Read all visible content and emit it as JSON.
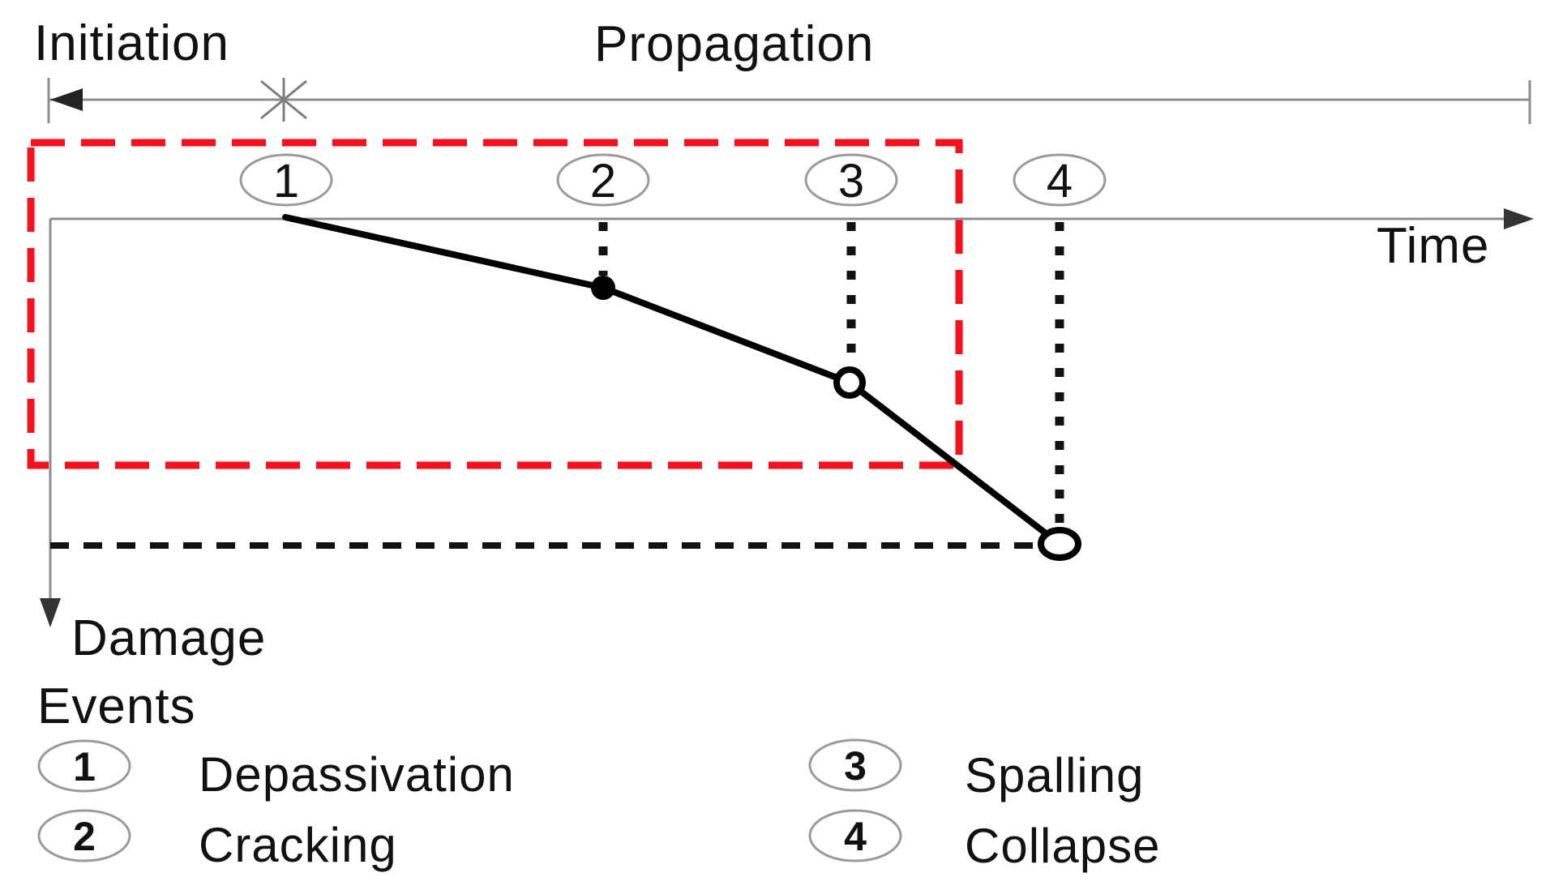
{
  "phases": {
    "left_label": "Initiation",
    "right_label": "Propagation"
  },
  "axes": {
    "x_label": "Time",
    "y_label": "Damage"
  },
  "events": {
    "title": "Events",
    "items": [
      {
        "num": "1",
        "label": "Depassivation"
      },
      {
        "num": "2",
        "label": "Cracking"
      },
      {
        "num": "3",
        "label": "Spalling"
      },
      {
        "num": "4",
        "label": "Collapse"
      }
    ]
  },
  "colors": {
    "highlight_box": "#f8111d",
    "curve": "#000000",
    "axis": "#8c8c8c",
    "marker_outline": "#9a9a9a",
    "text": "#111111"
  }
}
